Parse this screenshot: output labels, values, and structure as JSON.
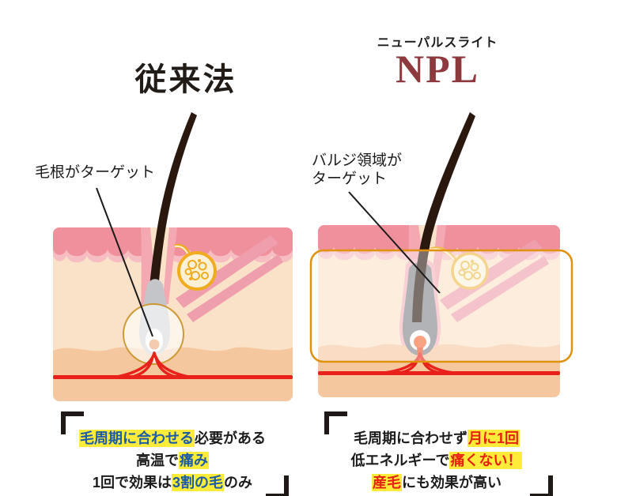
{
  "left": {
    "title": "従来法",
    "callout": "毛根がターゲット",
    "notes": {
      "l1a": "毛周期に合わせる",
      "l1b": "必要がある",
      "l2a": "高温で",
      "l2b": "痛み",
      "l3a": "1回で効果は",
      "l3b": "3割の毛",
      "l3c": "のみ"
    }
  },
  "right": {
    "subtitle": "ニューパルスライト",
    "title": "NPL",
    "callout_line1": "バルジ領域が",
    "callout_line2": "ターゲット",
    "notes": {
      "l1a": "毛周期に合わせず",
      "l1b": "月に1回",
      "l2a": "低エネルギーで",
      "l2b": "痛くない！",
      "l3a": "産毛",
      "l3b": "にも効果が高い"
    }
  },
  "colors": {
    "highlight_yellow": "#ffeb3a",
    "emphasis_blue": "#1a5ca8",
    "emphasis_red": "#e7210f",
    "npl_maroon": "#8e393e",
    "epidermis_pink": "#f0909c",
    "epidermis_light_pink": "#f6bdc3",
    "dermis_peach": "#fae2c8",
    "subcutis_peach": "#f5c79e",
    "vessel_red": "#e8211a",
    "gland_yellow": "#f0ac1e",
    "bulge_rect_orange": "#e0920e",
    "target_ring_gold": "#cc9933"
  }
}
